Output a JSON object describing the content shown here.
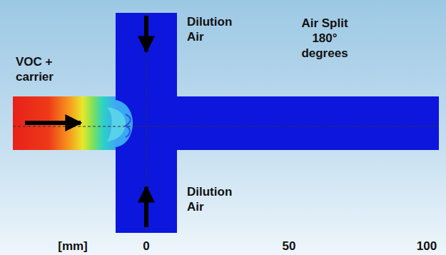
{
  "diagram": {
    "labels": [
      "VOC + carrier",
      "Dilution Air",
      "Air Split 180° degrees",
      "Dilution Air",
      "[mm]",
      "0",
      "50",
      "100"
    ]
  }
}
